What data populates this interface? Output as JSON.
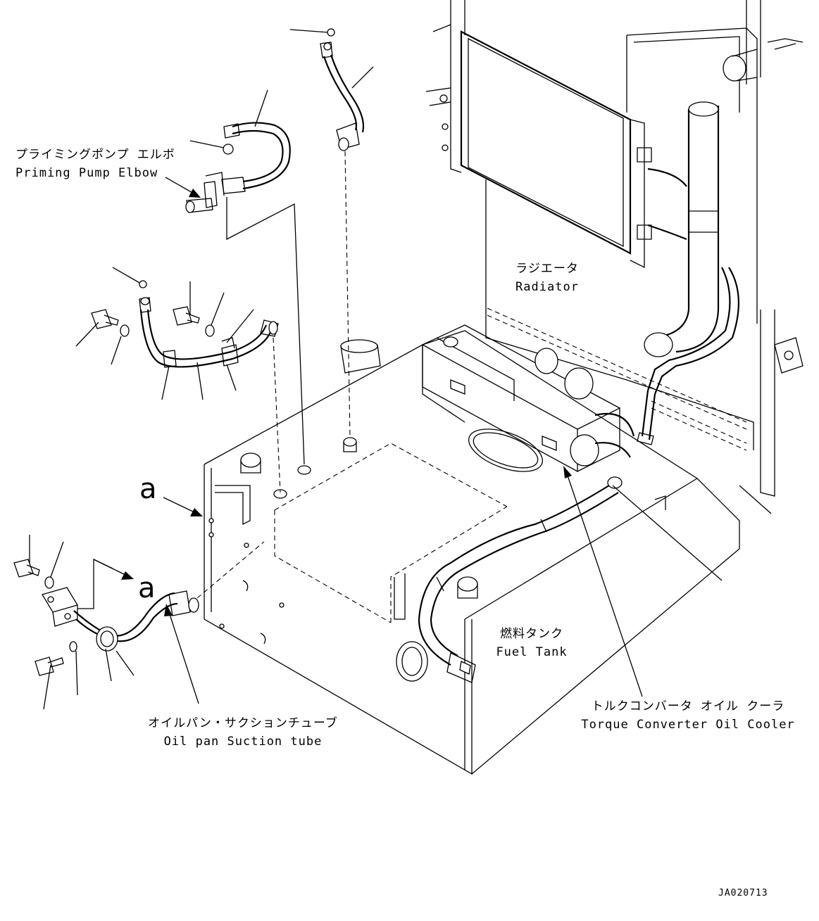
{
  "labels": {
    "priming_pump_elbow_jp": "プライミングポンプ エルボ",
    "priming_pump_elbow_en": "Priming Pump Elbow",
    "radiator_jp": "ラジエータ",
    "radiator_en": "Radiator",
    "fuel_tank_jp": "燃料タンク",
    "fuel_tank_en": "Fuel Tank",
    "torque_converter_jp": "トルクコンバータ オイル クーラ",
    "torque_converter_en": "Torque Converter Oil Cooler",
    "oil_pan_suction_jp": "オイルパン・サクションチューブ",
    "oil_pan_suction_en": "Oil pan Suction tube",
    "view_marker_1": "a",
    "view_marker_2": "a",
    "drawing_code": "JA020713"
  }
}
